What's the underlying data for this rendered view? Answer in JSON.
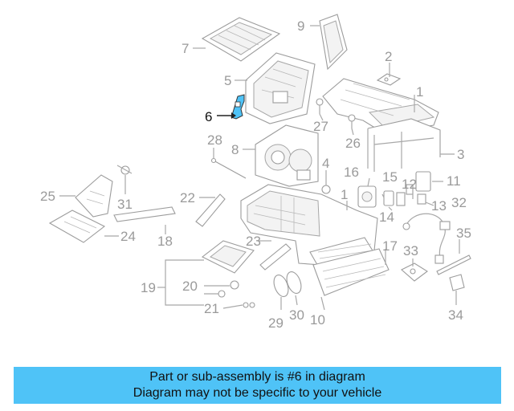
{
  "labels": [
    "1",
    "2",
    "3",
    "4",
    "5",
    "6",
    "7",
    "8",
    "9",
    "10",
    "11",
    "12",
    "13",
    "14",
    "15",
    "16",
    "17",
    "18",
    "19",
    "20",
    "21",
    "22",
    "23",
    "24",
    "25",
    "26",
    "27",
    "28",
    "29",
    "30",
    "31",
    "32",
    "33",
    "34",
    "35"
  ],
  "highlight_part": "6",
  "highlight_color": "#4fc3f7",
  "banner": {
    "line1": "Part or sub-assembly is #6 in diagram",
    "line2": "Diagram may not be specific to your vehicle"
  }
}
